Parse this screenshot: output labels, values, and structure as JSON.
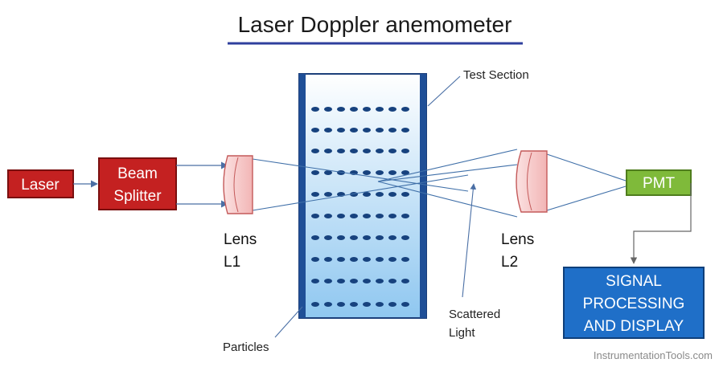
{
  "title": "Laser Doppler anemometer",
  "components": {
    "laser": "Laser",
    "beam_splitter": [
      "Beam",
      "Splitter"
    ],
    "pmt": "PMT",
    "signal": [
      "SIGNAL",
      "PROCESSING",
      "AND DISPLAY"
    ]
  },
  "labels": {
    "lens1": [
      "Lens",
      "L1"
    ],
    "lens2": [
      "Lens",
      "L2"
    ],
    "test_section": "Test Section",
    "particles": "Particles",
    "scattered": [
      "Scattered",
      "Light"
    ]
  },
  "watermark": "InstrumentationTools.com",
  "colors": {
    "red_box": "#c42121",
    "green_box": "#7fba3a",
    "blue_box": "#1f6fc8",
    "title_underline": "#2f3f9e",
    "lens_fill": "#f7c7c7",
    "particle": "#17427e"
  }
}
